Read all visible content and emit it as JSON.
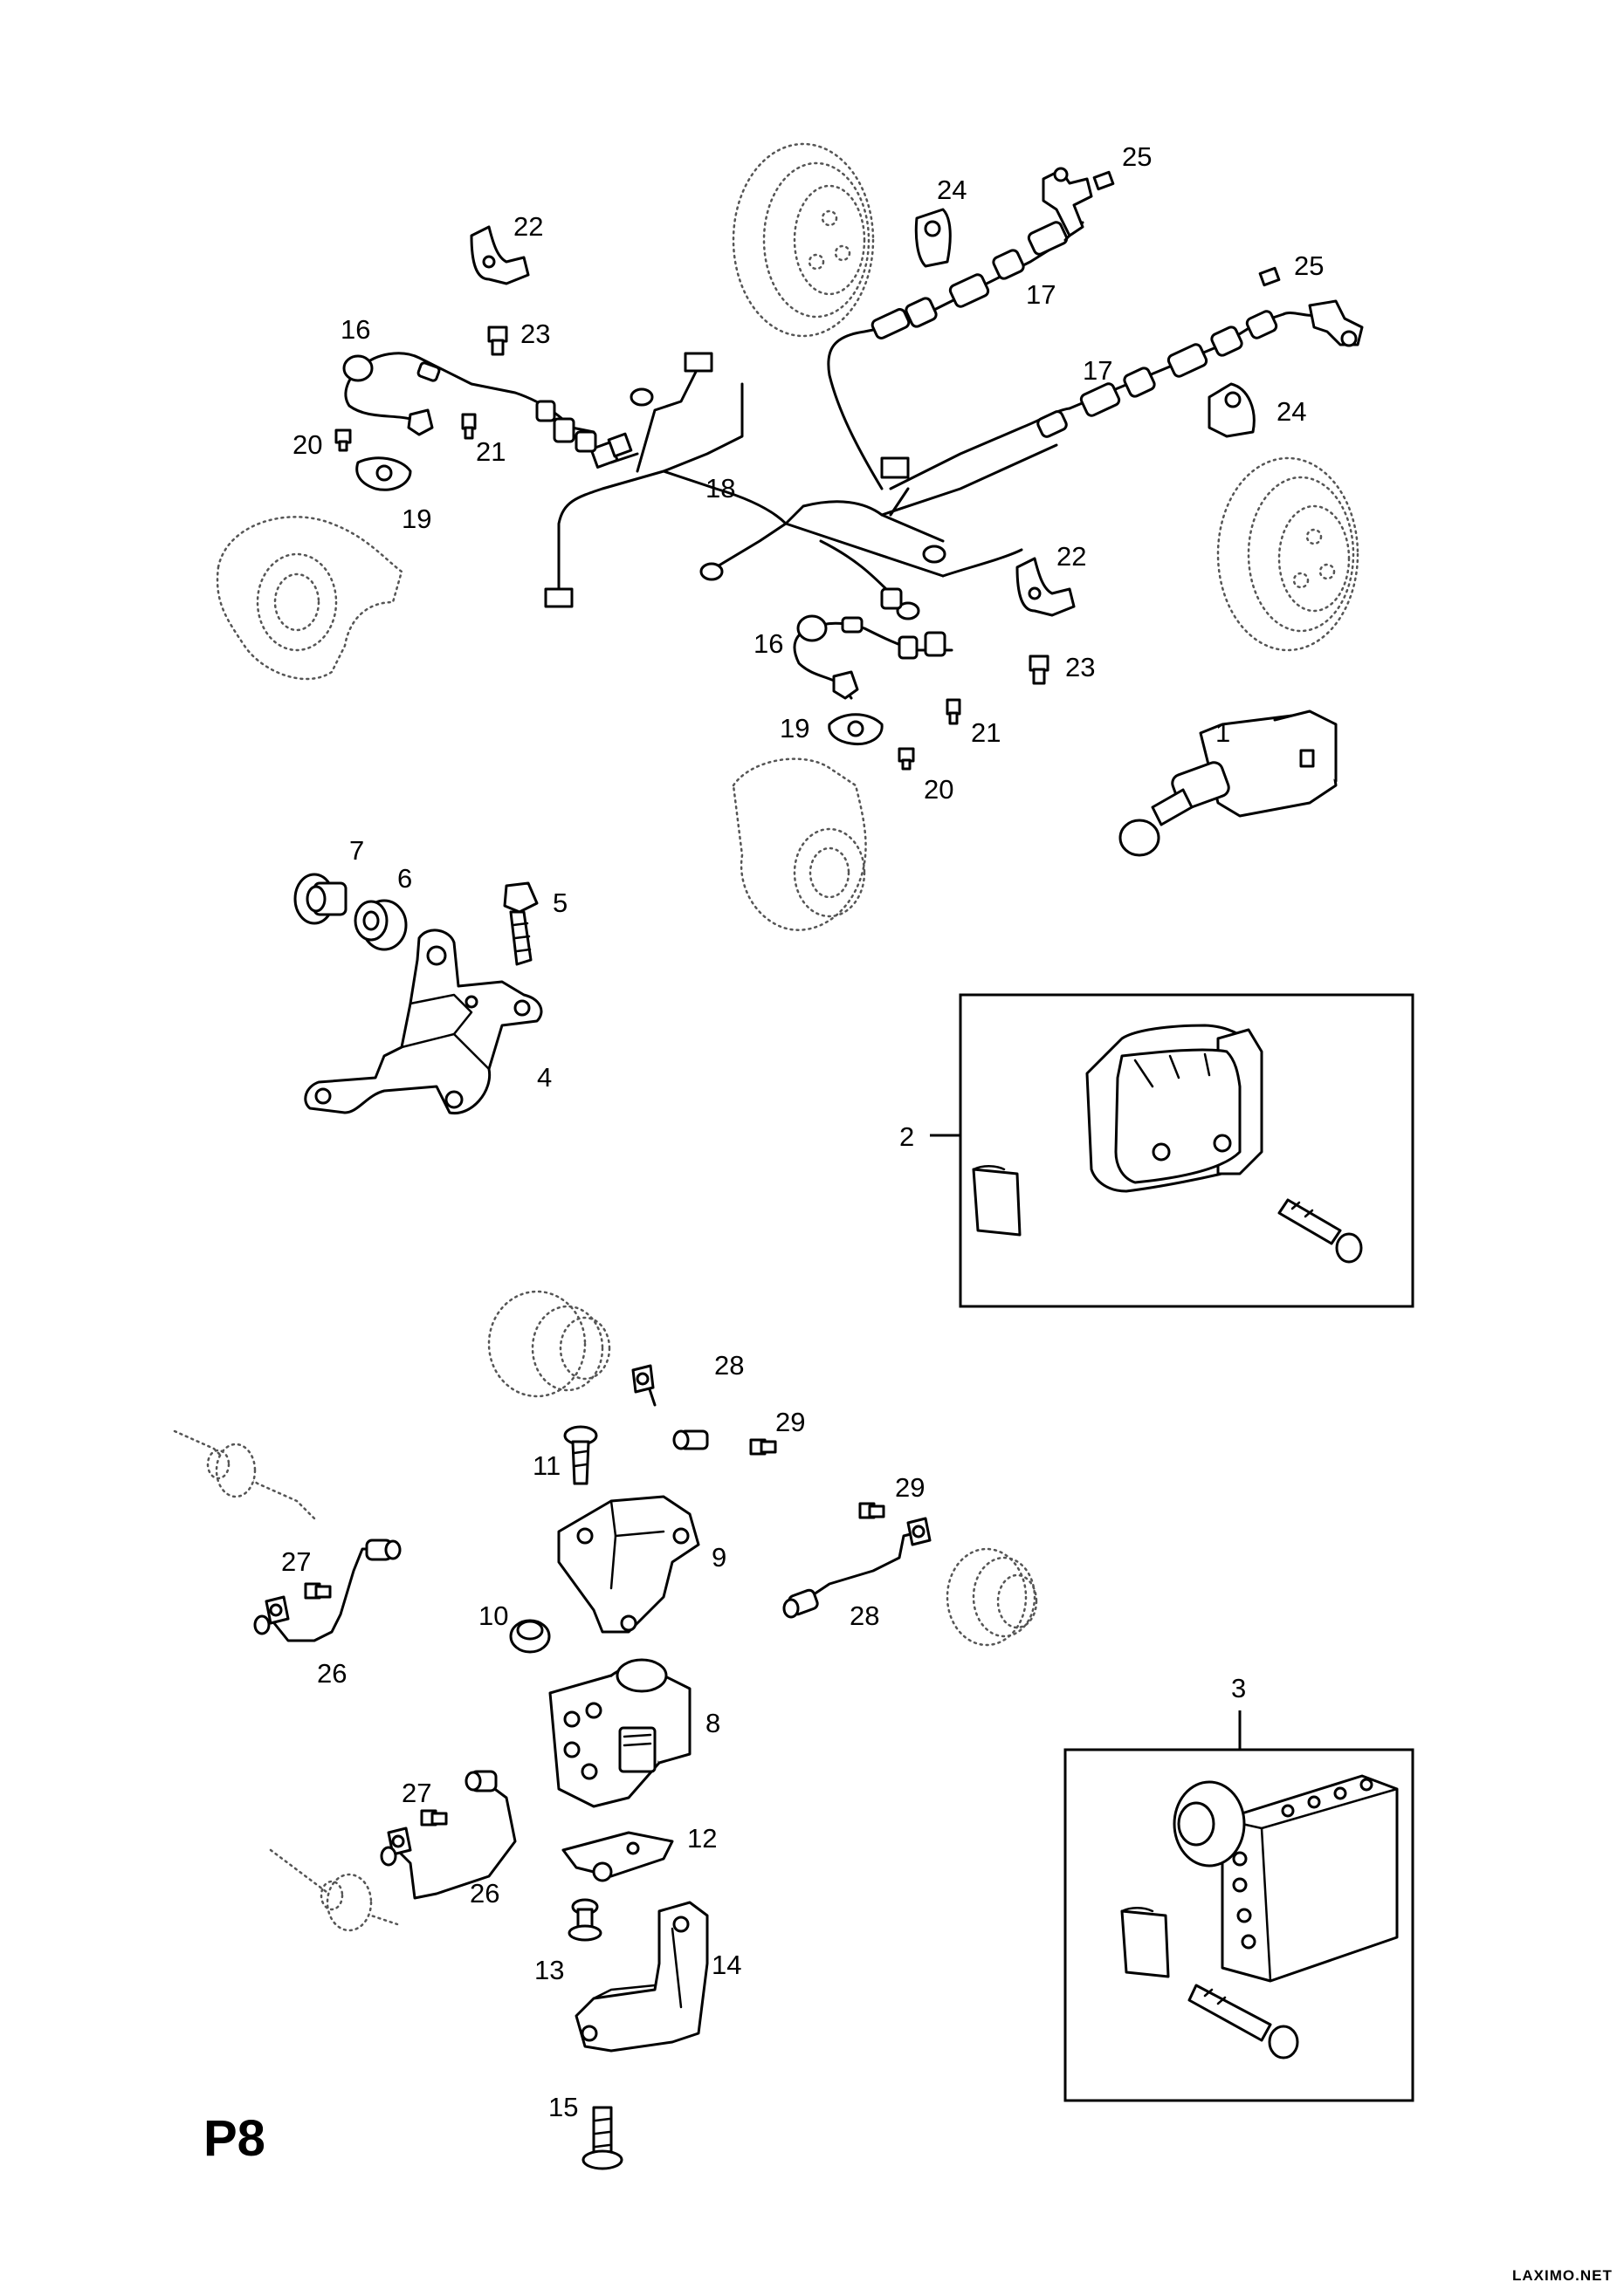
{
  "diagram": {
    "page_code": "P8",
    "watermark": "LAXIMO.NET",
    "callouts": {
      "n1": "1",
      "n2": "2",
      "n3": "3",
      "n4": "4",
      "n5": "5",
      "n6": "6",
      "n7": "7",
      "n8": "8",
      "n9": "9",
      "n10": "10",
      "n11": "11",
      "n12": "12",
      "n13": "13",
      "n14": "14",
      "n15": "15",
      "n16": "16",
      "n17": "17",
      "n18": "18",
      "n19": "19",
      "n20": "20",
      "n21": "21",
      "n22": "22",
      "n23": "23",
      "n24": "24",
      "n25": "25",
      "n26": "26",
      "n27": "27",
      "n28": "28",
      "n29": "29"
    }
  }
}
